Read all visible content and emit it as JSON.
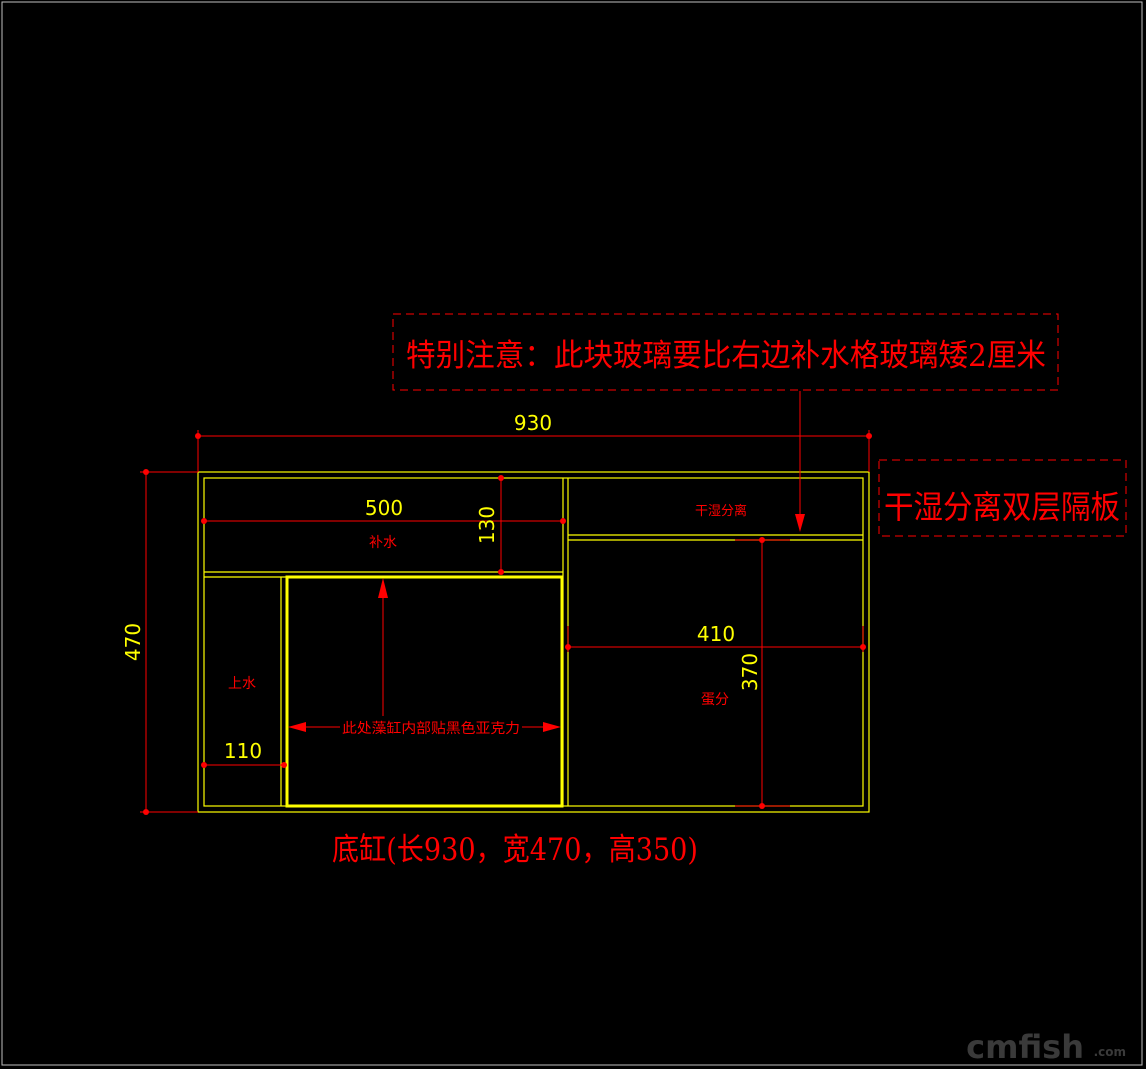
{
  "notes": {
    "special_note": "特别注意：此块玻璃要比右边补水格玻璃矮2厘米",
    "divider_note": "干湿分离双层隔板",
    "caption": "底缸(长930，宽470，高350)"
  },
  "dimensions": {
    "total_length": "930",
    "total_width": "470",
    "refill_length": "500",
    "refill_width": "130",
    "inlet_width": "110",
    "right_length": "410",
    "right_width": "370"
  },
  "labels": {
    "refill": "补水",
    "dry_wet": "干湿分离",
    "inlet": "上水",
    "right_zone": "蛋分",
    "algae_note": "此处藻缸内部贴黑色亚克力"
  },
  "watermark": {
    "text": "cmfish",
    "suffix": ".com"
  },
  "colors": {
    "background": "#000000",
    "glass": "#ffff00",
    "dimension": "#ff0000",
    "frame": "#ffffff"
  }
}
